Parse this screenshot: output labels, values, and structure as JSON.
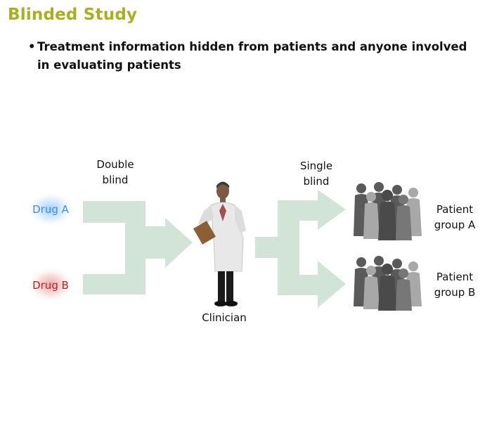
{
  "title": "Blinded Study",
  "bullet": "Treatment information hidden from patients and anyone involved in evaluating patients",
  "diagram": {
    "drug_a": "Drug A",
    "drug_b": "Drug B",
    "double_blind_line1": "Double",
    "double_blind_line2": "blind",
    "single_blind_line1": "Single",
    "single_blind_line2": "blind",
    "clinician": "Clinician",
    "group_a_line1": "Patient",
    "group_a_line2": "group A",
    "group_b_line1": "Patient",
    "group_b_line2": "group B"
  },
  "colors": {
    "title": "#a6b021",
    "arrow": "#d2e4d7",
    "drug_a": "#3f8fe0",
    "drug_b": "#b02a2a",
    "silhouette_dark": "#5a5a5a",
    "silhouette_light": "#a8a8a8"
  }
}
